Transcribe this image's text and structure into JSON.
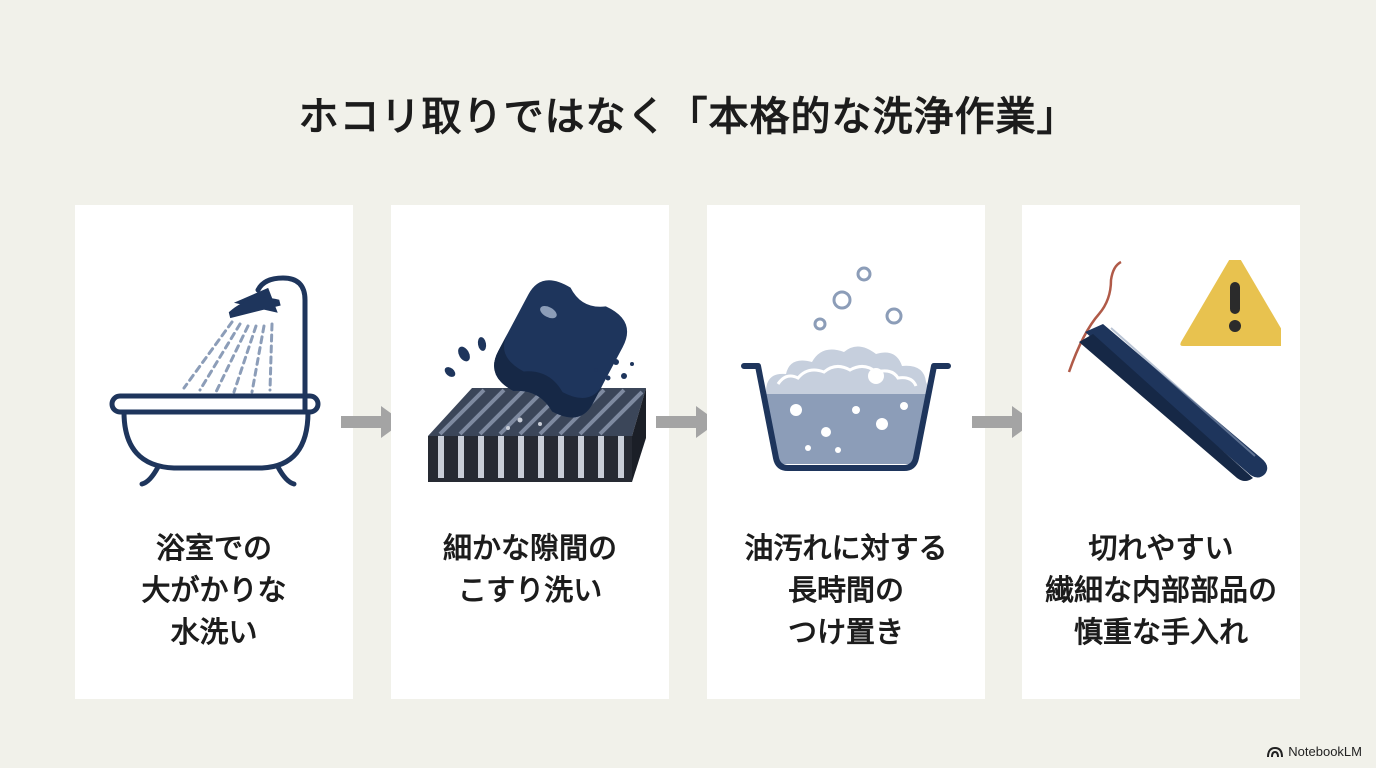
{
  "title": "ホコリ取りではなく「本格的な洗浄作業」",
  "colors": {
    "background": "#f1f1ea",
    "navy": "#1e355c",
    "light_blue": "#8c9db8",
    "arrow_gray": "#a4a4a4",
    "warning_yellow": "#e8c24f",
    "fiber_red": "#b05a48"
  },
  "cards": [
    {
      "icon": "bathtub-shower-icon",
      "lines": [
        "浴室での",
        "大がかりな",
        "水洗い"
      ]
    },
    {
      "icon": "sponge-scrubbing-fins-icon",
      "lines": [
        "細かな隙間の",
        "こすり洗い"
      ]
    },
    {
      "icon": "soaking-basin-icon",
      "lines": [
        "油汚れに対する",
        "長時間の",
        "つけ置き"
      ]
    },
    {
      "icon": "tweezers-warning-icon",
      "lines": [
        "切れやすい",
        "繊細な内部部品の",
        "慎重な手入れ"
      ]
    }
  ],
  "brand": {
    "label": "NotebookLM",
    "icon": "notebooklm-logo-icon"
  }
}
